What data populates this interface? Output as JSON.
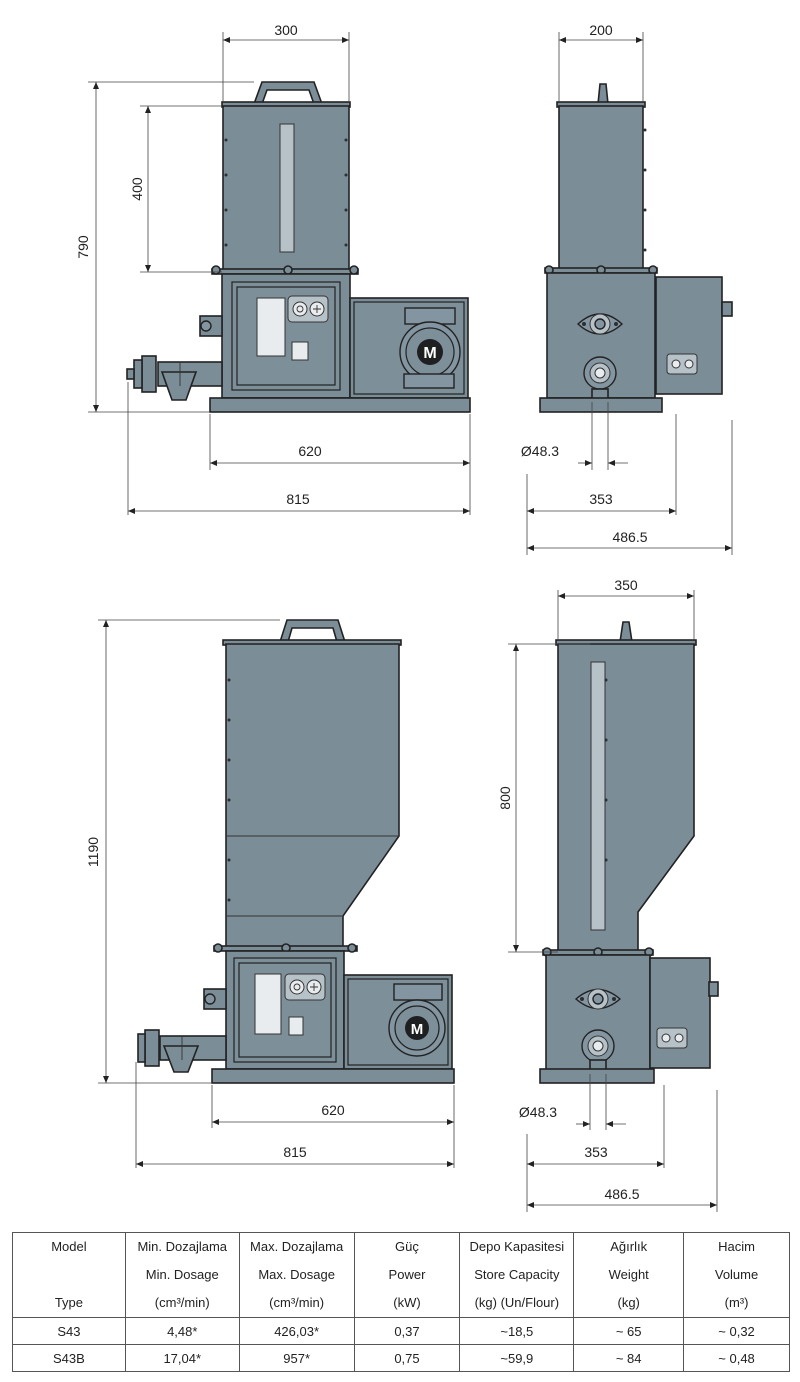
{
  "dimensions": {
    "top_left": {
      "width": "300",
      "hopper_height": "400",
      "total_height": "790",
      "base": "620",
      "overall": "815"
    },
    "top_right": {
      "width": "200",
      "diameter": "Ø48.3",
      "mid": "353",
      "overall": "486.5"
    },
    "bottom_left": {
      "total_height": "1190",
      "base": "620",
      "overall": "815"
    },
    "bottom_right": {
      "width": "350",
      "hopper_height": "800",
      "diameter": "Ø48.3",
      "mid": "353",
      "overall": "486.5"
    }
  },
  "motor_label": "M",
  "table": {
    "headers": [
      {
        "l1": "Model",
        "l2": "",
        "l3": "Type"
      },
      {
        "l1": "Min. Dozajlama",
        "l2": "Min. Dosage",
        "l3": "(cm³/min)"
      },
      {
        "l1": "Max. Dozajlama",
        "l2": "Max. Dosage",
        "l3": "(cm³/min)"
      },
      {
        "l1": "Güç",
        "l2": "Power",
        "l3": "(kW)"
      },
      {
        "l1": "Depo Kapasitesi",
        "l2": "Store Capacity",
        "l3": "(kg) (Un/Flour)"
      },
      {
        "l1": "Ağırlık",
        "l2": "Weight",
        "l3": "(kg)"
      },
      {
        "l1": "Hacim",
        "l2": "Volume",
        "l3": "(m³)"
      }
    ],
    "rows": [
      [
        "S43",
        "4,48*",
        "426,03*",
        "0,37",
        "~18,5",
        "~ 65",
        "~ 0,32"
      ],
      [
        "S43B",
        "17,04*",
        "957*",
        "0,75",
        "~59,9",
        "~ 84",
        "~ 0,48"
      ]
    ]
  },
  "colors": {
    "machine": "#7b8d97",
    "lines": "#222222"
  }
}
